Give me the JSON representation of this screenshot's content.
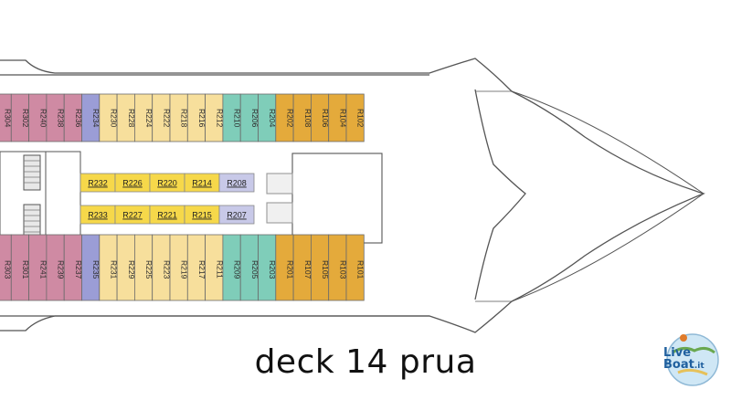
{
  "caption": "deck 14 prua",
  "logo": {
    "line1": "Live",
    "line2": "Boat",
    "suffix": ".it"
  },
  "colors": {
    "pink": "#cf8aa3",
    "purple": "#9b9dd6",
    "yellow": "#f7df9c",
    "teal": "#7fcdb9",
    "orange": "#e4aa3b",
    "center_yellow": "#f6d84a",
    "center_purple": "#c8c9e8",
    "hull_line": "#555555"
  },
  "cabins": {
    "top_row": [
      {
        "label": "R304",
        "color": "pink"
      },
      {
        "label": "R302",
        "color": "pink"
      },
      {
        "label": "R240",
        "color": "pink"
      },
      {
        "label": "R238",
        "color": "pink"
      },
      {
        "label": "R236",
        "color": "pink"
      },
      {
        "label": "R234",
        "color": "purple"
      },
      {
        "label": "R230",
        "color": "yellow"
      },
      {
        "label": "R228",
        "color": "yellow"
      },
      {
        "label": "R224",
        "color": "yellow"
      },
      {
        "label": "R222",
        "color": "yellow"
      },
      {
        "label": "R218",
        "color": "yellow"
      },
      {
        "label": "R216",
        "color": "yellow"
      },
      {
        "label": "R212",
        "color": "yellow"
      },
      {
        "label": "R210",
        "color": "teal"
      },
      {
        "label": "R206",
        "color": "teal"
      },
      {
        "label": "R204",
        "color": "teal"
      },
      {
        "label": "R202",
        "color": "orange"
      },
      {
        "label": "R108",
        "color": "orange"
      },
      {
        "label": "R106",
        "color": "orange"
      },
      {
        "label": "R104",
        "color": "orange"
      },
      {
        "label": "R102",
        "color": "orange"
      }
    ],
    "bottom_row": [
      {
        "label": "R303",
        "color": "pink"
      },
      {
        "label": "R301",
        "color": "pink"
      },
      {
        "label": "R241",
        "color": "pink"
      },
      {
        "label": "R239",
        "color": "pink"
      },
      {
        "label": "R237",
        "color": "pink"
      },
      {
        "label": "R235",
        "color": "purple"
      },
      {
        "label": "R231",
        "color": "yellow"
      },
      {
        "label": "R229",
        "color": "yellow"
      },
      {
        "label": "R225",
        "color": "yellow"
      },
      {
        "label": "R223",
        "color": "yellow"
      },
      {
        "label": "R219",
        "color": "yellow"
      },
      {
        "label": "R217",
        "color": "yellow"
      },
      {
        "label": "R211",
        "color": "yellow"
      },
      {
        "label": "R209",
        "color": "teal"
      },
      {
        "label": "R205",
        "color": "teal"
      },
      {
        "label": "R203",
        "color": "teal"
      },
      {
        "label": "R201",
        "color": "orange"
      },
      {
        "label": "R107",
        "color": "orange"
      },
      {
        "label": "R105",
        "color": "orange"
      },
      {
        "label": "R103",
        "color": "orange"
      },
      {
        "label": "R101",
        "color": "orange"
      }
    ],
    "center_upper": [
      {
        "label": "R232",
        "color": "center_yellow"
      },
      {
        "label": "R226",
        "color": "center_yellow"
      },
      {
        "label": "R220",
        "color": "center_yellow"
      },
      {
        "label": "R214",
        "color": "center_yellow"
      },
      {
        "label": "R208",
        "color": "center_purple"
      }
    ],
    "center_lower": [
      {
        "label": "R233",
        "color": "center_yellow"
      },
      {
        "label": "R227",
        "color": "center_yellow"
      },
      {
        "label": "R221",
        "color": "center_yellow"
      },
      {
        "label": "R215",
        "color": "center_yellow"
      },
      {
        "label": "R207",
        "color": "center_purple"
      }
    ]
  }
}
